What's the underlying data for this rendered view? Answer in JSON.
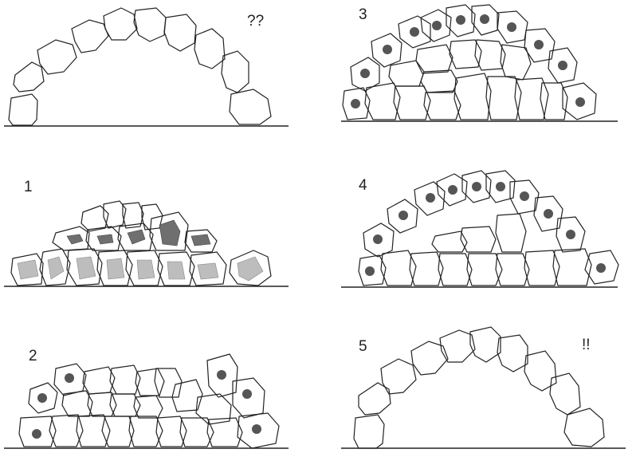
{
  "panels": [
    {
      "id": "p0",
      "label": "??",
      "style": "empty-arch",
      "fill_state": "none"
    },
    {
      "id": "p1",
      "label": "1",
      "style": "mound",
      "fill_state": "shaded"
    },
    {
      "id": "p2",
      "label": "2",
      "style": "partial-arch",
      "fill_state": "partial-marked"
    },
    {
      "id": "p3",
      "label": "3",
      "style": "full-arch",
      "fill_state": "marked"
    },
    {
      "id": "p4",
      "label": "4",
      "style": "full-arch",
      "fill_state": "marked"
    },
    {
      "id": "p5",
      "label": "!!",
      "number": "5",
      "style": "empty-arch",
      "fill_state": "none"
    }
  ],
  "colors": {
    "outline": "#222222",
    "light_fill": "#bdbdbd",
    "dark_fill": "#6f6f6f",
    "mark": "#555555",
    "ground": "#222222"
  }
}
